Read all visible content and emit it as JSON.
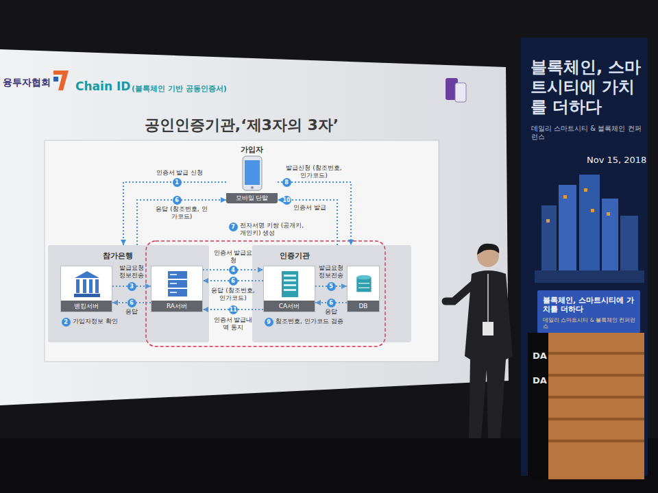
{
  "diagram": {
    "title": "공인인증기관,‘제3자의 3자’",
    "nodes": [
      {
        "text": [
          "가입자",
          "모바일 단말"
        ]
      },
      {
        "text": [
          "참가은행"
        ]
      },
      {
        "text": [
          "뱅킹서버"
        ],
        "in": 1
      },
      {
        "text": [
          "RA서버"
        ],
        "in": 1
      },
      {
        "text": [
          "인증기관"
        ]
      },
      {
        "text": [
          "CA서버"
        ],
        "in": 4
      },
      {
        "text": [
          "DB"
        ],
        "in": 4
      }
    ],
    "edges": [
      {
        "from": 0,
        "to": 1,
        "arrow": "to",
        "label": "인증서 발급 신청"
      },
      {
        "from": 1,
        "to": 0,
        "arrow": "to",
        "label": "응답 (참조번호, 인가코드)"
      },
      {
        "from": 0,
        "to": 4,
        "arrow": "to",
        "label": "발급신청 (참조번호, 인가코드)"
      },
      {
        "from": 4,
        "to": 0,
        "arrow": "to",
        "label": "인증서 발급"
      },
      {
        "from": 2,
        "to": 3,
        "arrow": "to",
        "label": "발급요청 정보전송"
      },
      {
        "from": 3,
        "to": 2,
        "arrow": "to",
        "label": "응답"
      },
      {
        "from": 3,
        "to": 5,
        "arrow": "to",
        "label": "인증서 발급요청"
      },
      {
        "from": 5,
        "to": 3,
        "arrow": "to",
        "label": "응답 (참조번호, 인가코드)"
      },
      {
        "from": 5,
        "to": 3,
        "arrow": "to",
        "label": "인증서 발급내역 통지"
      },
      {
        "from": 5,
        "to": 6,
        "arrow": "to",
        "label": "발급요청 정보전송"
      },
      {
        "from": 6,
        "to": 5,
        "arrow": "to",
        "label": "응답"
      }
    ],
    "labels": [
      "융투자협회",
      "Chain ID",
      "(블록체인 기반 공동인증서)",
      "1",
      "6",
      "8",
      "10",
      "7",
      "전자서명 키쌍 (공개키, 개인키) 생성",
      "3",
      "6",
      "2",
      "가입자정보 확인",
      "4",
      "6",
      "11",
      "5",
      "6",
      "9",
      "참조번호, 인가코드 검증",
      "블록체인, 스마트시티에 가치를 더하다",
      "데일리 스마트시티 & 블록체인 컨퍼런스",
      "Nov 15, 2018",
      "블록체인, 스마트시티에 가치를 더하다",
      "데일리 스마트시티 & 블록체인 컨퍼런스",
      "DA",
      "DA"
    ]
  }
}
